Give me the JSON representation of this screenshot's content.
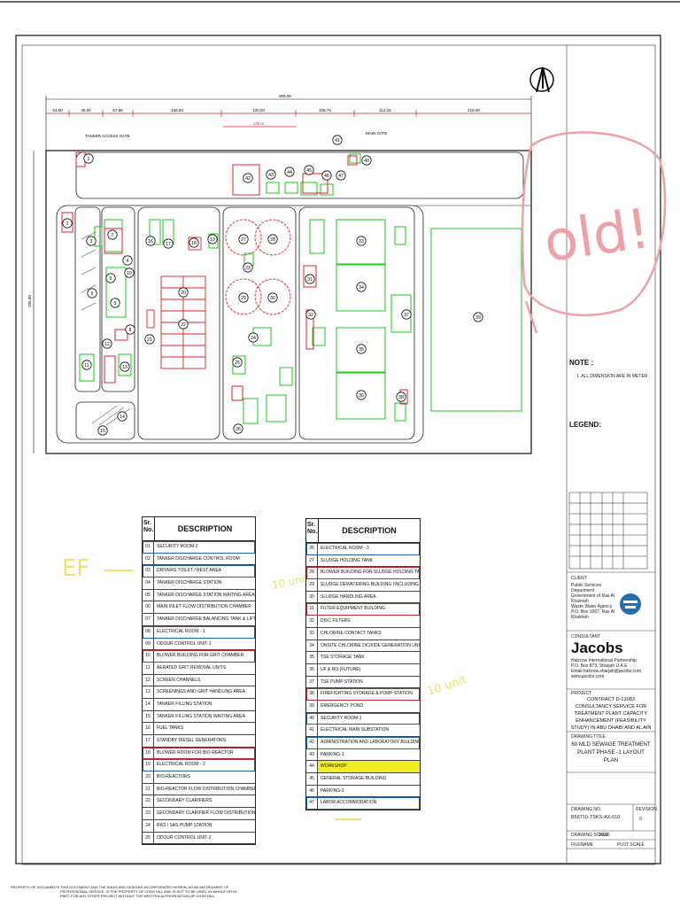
{
  "drawing": {
    "north_arrow": "north-arrow-icon",
    "total_width_label": "905.00",
    "total_depth_label": "295.00",
    "segment_labels": [
      "64.50",
      "46.00",
      "67.90",
      "158.50",
      "130.00",
      "108.75",
      "112.25",
      "219.00"
    ],
    "inner_dim_label": "120 m",
    "tanker_gate_label": "TANKER ACCESS GATE",
    "main_gate_label": "MAIN GATE",
    "building_numbers": [
      "1",
      "2",
      "3",
      "4",
      "5",
      "6",
      "7",
      "8",
      "9",
      "10",
      "11",
      "12",
      "13",
      "14",
      "15",
      "16",
      "17",
      "18",
      "19",
      "20",
      "21",
      "22",
      "23",
      "24",
      "25",
      "26",
      "27",
      "28",
      "29",
      "30",
      "31",
      "32",
      "33",
      "34",
      "35",
      "36",
      "37",
      "38",
      "39",
      "40",
      "41",
      "42",
      "43",
      "44",
      "45",
      "46",
      "47"
    ]
  },
  "table_left": {
    "sr_header": "Sr. No.",
    "desc_header": "DESCRIPTION",
    "rows": [
      {
        "n": "01",
        "d": "SECURITY ROOM-2",
        "hl": "blue"
      },
      {
        "n": "02",
        "d": "TANKER DISCHARGE CONTROL ROOM",
        "hl": ""
      },
      {
        "n": "03",
        "d": "DRIVERS TOILET / REST AREA",
        "hl": "blue"
      },
      {
        "n": "04",
        "d": "TANKER DISCHARGE STATION",
        "hl": ""
      },
      {
        "n": "05",
        "d": "TANKER DISCHARGE STATION WAITING AREA",
        "hl": ""
      },
      {
        "n": "06",
        "d": "MAIN INLET FLOW DISTRIBUTION CHAMBER",
        "hl": ""
      },
      {
        "n": "07",
        "d": "TANKER DISCHARGE BALANCING TANK & LIFT STATION",
        "hl": ""
      },
      {
        "n": "08",
        "d": "ELECTRICAL ROOM - 1",
        "hl": "blue"
      },
      {
        "n": "09",
        "d": "ODOUR CONTROL UNIT-1",
        "hl": ""
      },
      {
        "n": "10",
        "d": "BLOWER BUILDING FOR GRIT CHAMBER",
        "hl": "red"
      },
      {
        "n": "11",
        "d": "AERATED GRIT REMOVAL UNITS",
        "hl": ""
      },
      {
        "n": "12",
        "d": "SCREEN CHANNELS",
        "hl": ""
      },
      {
        "n": "13",
        "d": "SCREENINGS AND GRIT HANDLING AREA",
        "hl": ""
      },
      {
        "n": "14",
        "d": "TANKER FILLING STATION",
        "hl": ""
      },
      {
        "n": "15",
        "d": "TANKER FILLING STATION WAITING AREA",
        "hl": ""
      },
      {
        "n": "16",
        "d": "FUEL TANKS",
        "hl": ""
      },
      {
        "n": "17",
        "d": "STANDBY DIESEL GENERATORS",
        "hl": ""
      },
      {
        "n": "18",
        "d": "BLOWER ROOM FOR BIO-REACTOR",
        "hl": "red"
      },
      {
        "n": "19",
        "d": "ELECTRICAL ROOM - 2",
        "hl": "blue"
      },
      {
        "n": "20",
        "d": "BIO-REACTORS",
        "hl": ""
      },
      {
        "n": "21",
        "d": "BIO-REACTOR FLOW DISTRIBUTION CHAMBER",
        "hl": ""
      },
      {
        "n": "22",
        "d": "SECONDARY CLARIFIERS",
        "hl": ""
      },
      {
        "n": "23",
        "d": "SECONDARY CLARIFIER FLOW DISTRIBUTION CHAMBER AND RAS WELL",
        "hl": ""
      },
      {
        "n": "24",
        "d": "RAS / SAS PUMP STATION",
        "hl": ""
      },
      {
        "n": "25",
        "d": "ODOUR CONTROL UNIT-2",
        "hl": ""
      }
    ]
  },
  "table_right": {
    "sr_header": "Sr. No.",
    "desc_header": "DESCRIPTION",
    "rows": [
      {
        "n": "26",
        "d": "ELECTRICAL ROOM - 3",
        "hl": "blue"
      },
      {
        "n": "27",
        "d": "SLUDGE HOLDING TANK",
        "hl": ""
      },
      {
        "n": "28",
        "d": "BLOWER BUILDING FOR SLUDGE HOLDING TANK",
        "hl": "red"
      },
      {
        "n": "29",
        "d": "SLUDGE DEWATERING BUILDING (INCLUDING STORAGE FOR POLYMER)",
        "hl": ""
      },
      {
        "n": "30",
        "d": "SLUDGE HANDLING AREA",
        "hl": ""
      },
      {
        "n": "31",
        "d": "FILTER EQUIPMENT BUILDING",
        "hl": "red"
      },
      {
        "n": "32",
        "d": "DISC FILTERS",
        "hl": ""
      },
      {
        "n": "33",
        "d": "CHLORINE CONTACT TANKS",
        "hl": ""
      },
      {
        "n": "34",
        "d": "ONSITE CHLORINE DIOXIDE GENERATION UNIT",
        "hl": ""
      },
      {
        "n": "35",
        "d": "TSE STORAGE TANK",
        "hl": ""
      },
      {
        "n": "36",
        "d": "UF & RO (FUTURE)",
        "hl": ""
      },
      {
        "n": "37",
        "d": "TSE PUMP STATION",
        "hl": ""
      },
      {
        "n": "38",
        "d": "FIREFIGHTING STORAGE & PUMP STATION",
        "hl": "red"
      },
      {
        "n": "39",
        "d": "EMERGENCY POND",
        "hl": ""
      },
      {
        "n": "40",
        "d": "SECURITY ROOM-1",
        "hl": "blue"
      },
      {
        "n": "41",
        "d": "ELECTRICAL MAIN SUBSTATION",
        "hl": ""
      },
      {
        "n": "42",
        "d": "ADMINISTRATION AND LABORATORY BUILDING",
        "hl": "blue"
      },
      {
        "n": "43",
        "d": "PARKING-1",
        "hl": ""
      },
      {
        "n": "44",
        "d": "WORKSHOP",
        "hl": "yellow"
      },
      {
        "n": "45",
        "d": "GENERAL STORAGE BUILDING",
        "hl": ""
      },
      {
        "n": "46",
        "d": "PARKING-2",
        "hl": ""
      },
      {
        "n": "47",
        "d": "LABOR ACCOMMODATION",
        "hl": "blue"
      }
    ]
  },
  "notes": {
    "title": "NOTE :",
    "items": [
      "1.      ALL DIMENSION ARE IN METER"
    ],
    "legend_title": "LEGEND:"
  },
  "title_block": {
    "client_label": "CLIENT",
    "client_lines": [
      "Public Services Department",
      "Government of Ras Al Khaimah",
      "Waste Water Agency",
      "P.O. Box 1667, Ras Al Khaimah"
    ],
    "consultant_label": "CONSULTANT",
    "consultant_name": "Jacobs",
    "consultant_lines": [
      "Halcrow International Partnership",
      "P.O. Box 873, Sharjah U.A.E",
      "Email:halcrow.sharjah@jacobs.com",
      "www.jacobs.com"
    ],
    "project_label": "PROJECT",
    "project_text": "CONTRACT D-13083 CONSULTANCY SERVICE FOR TREATMENT PLANT CAPACITY ENHANCEMENT (FEASIBILITY STUDY) IN ABU DHABI AND AL AIN",
    "drawing_title_label": "DRAWING TITLE",
    "drawing_title": "60 MLD SEWAGE TREATMENT PLANT PHASE -1 LAYOUT PLAN",
    "drawing_no_label": "DRAWING NO.",
    "drawing_no": "B56710-TSKS-AX-010",
    "revision_label": "REVISION",
    "revision": "0",
    "scale_label": "DRAWING SCALE",
    "scale": "1:500",
    "filename_label": "FILENAME",
    "plot_scale_label": "PLOT SCALE"
  },
  "footer": {
    "left": "PROPERTY OF DOCUMENTS",
    "text": "THIS DOCUMENT AND THE IDEAS AND DESIGNS INCORPORATED HEREIN, AS AN INSTRUMENT OF PROFESSIONAL SERVICE, IS THE PROPERTY OF CH2M HILL AND IS NOT TO BE USED, IN WHOLE OR IN PART, FOR ANY OTHER PROJECT WITHOUT THE WRITTEN AUTHORIZATION OF CH2M HILL."
  },
  "annotations": {
    "old_mark": "old!",
    "ef_mark": "EF",
    "unit_mark_1": "10 unit",
    "unit_mark_2": "10 unit",
    "colors": {
      "red": "#e0202a",
      "green": "#1ec81e",
      "blue": "#1f5fb3",
      "pink": "#eea0a8",
      "yellow": "#f3e06a"
    }
  }
}
